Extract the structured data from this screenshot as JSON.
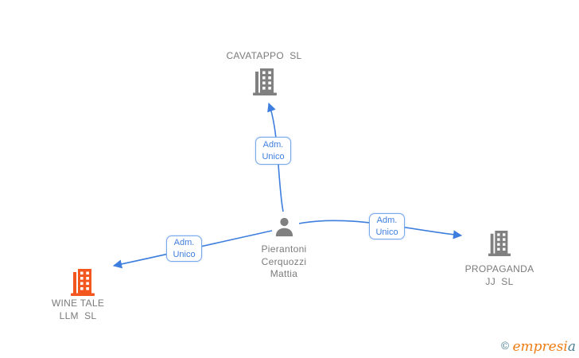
{
  "diagram": {
    "nodes": [
      {
        "id": "cavatappo",
        "type": "company",
        "label": "CAVATAPPO  SL",
        "icon_color": "#808080"
      },
      {
        "id": "person",
        "type": "person",
        "label": "Pierantoni\nCerquozzi\nMattia",
        "icon_color": "#808080"
      },
      {
        "id": "wine-tale",
        "type": "company",
        "label": "WINE TALE\nLLM  SL",
        "icon_color": "#f4561f"
      },
      {
        "id": "propaganda",
        "type": "company",
        "label": "PROPAGANDA\nJJ  SL",
        "icon_color": "#808080"
      }
    ],
    "edges": [
      {
        "from": "person",
        "to": "cavatappo",
        "label": "Adm.\nUnico"
      },
      {
        "from": "person",
        "to": "wine-tale",
        "label": "Adm.\nUnico"
      },
      {
        "from": "person",
        "to": "propaganda",
        "label": "Adm.\nUnico"
      }
    ]
  },
  "footer": {
    "copyright_symbol": "©",
    "brand_main": "empresi",
    "brand_tail": "a"
  },
  "colors": {
    "edge_blue": "#3e7ede",
    "edge_label_border": "#78a8ec",
    "edge_label_text": "#3e7ede",
    "node_label_gray": "#7b7b7b",
    "icon_gray": "#808080",
    "icon_orange": "#f4561f",
    "logo_orange": "#ee7d16",
    "logo_teal": "#4b7f95",
    "background": "#ffffff"
  }
}
